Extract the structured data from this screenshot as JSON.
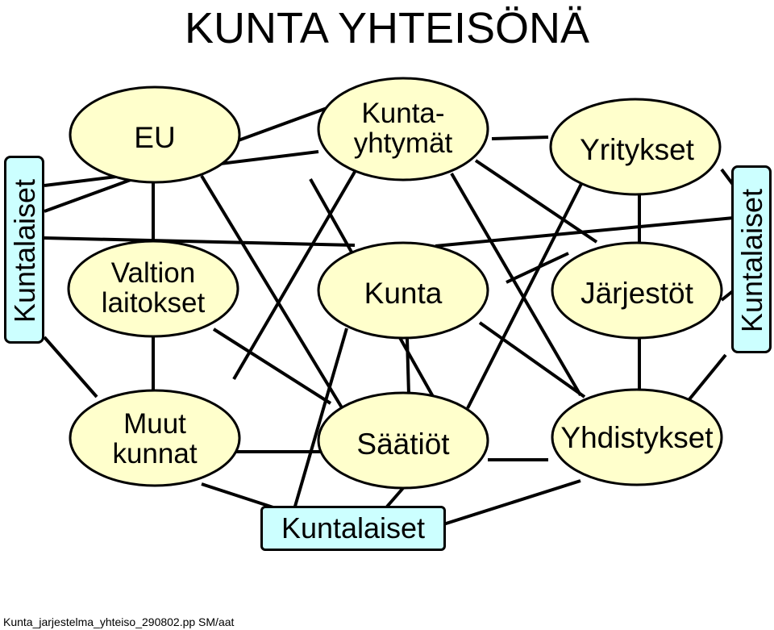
{
  "title": "KUNTA YHTEISÖNÄ",
  "nodes": {
    "eu": "EU",
    "kuntayhtymat": "Kunta-\nyhtymät",
    "yritykset": "Yritykset",
    "valtion_laitokset": "Valtion\nlaitokset",
    "kunta": "Kunta",
    "jarjestot": "Järjestöt",
    "muut_kunnat": "Muut\nkunnat",
    "saatiot": "Säätiöt",
    "yhdistykset": "Yhdistykset"
  },
  "boxes": {
    "left": "Kuntalaiset",
    "right": "Kuntalaiset",
    "bottom": "Kuntalaiset"
  },
  "footer": "Kunta_jarjestelma_yhteiso_290802.pp  SM/aat",
  "colors": {
    "ellipse_fill": "#ffffcc",
    "box_fill": "#ccffff",
    "stroke": "#000000"
  }
}
